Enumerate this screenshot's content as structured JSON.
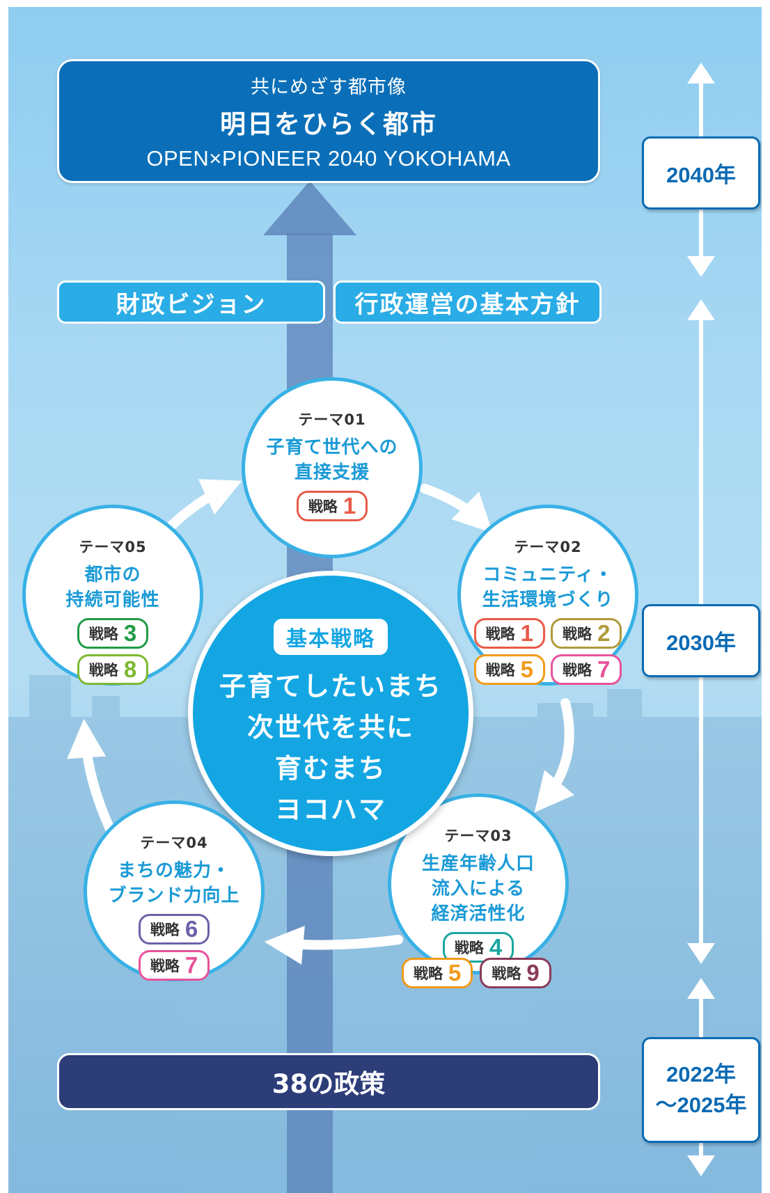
{
  "vision": {
    "label": "共にめざす都市像",
    "title": "明日をひらく都市",
    "subtitle": "OPEN×PIONEER 2040 YOKOHAMA"
  },
  "pills": {
    "fiscal": "財政ビジョン",
    "admin": "行政運営の基本方針"
  },
  "policies": "38の政策",
  "years": {
    "y2040": "2040年",
    "y2030": "2030年",
    "y2022_line1": "2022年",
    "y2022_line2": "～2025年"
  },
  "center": {
    "badge": "基本戦略",
    "line1": "子育てしたいまち",
    "line2": "次世代を共に",
    "line3": "育むまち",
    "line4": "ヨコハマ"
  },
  "strategy_label": "戦略",
  "themes": [
    {
      "label": "テーマ01",
      "title1": "子育て世代への",
      "title2": "直接支援",
      "strategies": [
        {
          "num": "1",
          "color": "#e85a48"
        }
      ]
    },
    {
      "label": "テーマ02",
      "title1": "コミュニティ・",
      "title2": "生活環境づくり",
      "strategies": [
        {
          "num": "1",
          "color": "#e85a48"
        },
        {
          "num": "2",
          "color": "#b09a3a"
        },
        {
          "num": "5",
          "color": "#f29a1a"
        },
        {
          "num": "7",
          "color": "#e8529a"
        }
      ]
    },
    {
      "label": "テーマ03",
      "title1": "生産年齢人口",
      "title2": "流入による",
      "title3": "経済活性化",
      "strategies": [
        {
          "num": "4",
          "color": "#1aa7a0"
        },
        {
          "num": "5",
          "color": "#f29a1a"
        },
        {
          "num": "9",
          "color": "#8a3a5a"
        }
      ]
    },
    {
      "label": "テーマ04",
      "title1": "まちの魅力・",
      "title2": "ブランド力向上",
      "strategies": [
        {
          "num": "6",
          "color": "#6a62a8"
        },
        {
          "num": "7",
          "color": "#e8529a"
        }
      ]
    },
    {
      "label": "テーマ05",
      "title1": "都市の",
      "title2": "持続可能性",
      "strategies": [
        {
          "num": "3",
          "color": "#1f9b45"
        },
        {
          "num": "8",
          "color": "#7cb832"
        }
      ]
    }
  ],
  "colors": {
    "vision_bg": "#0a6fb8",
    "pill_bg": "#2aace6",
    "policies_bg": "#2c3d78",
    "center_bg": "#13a6e3",
    "year_border": "#0b6ab3"
  }
}
